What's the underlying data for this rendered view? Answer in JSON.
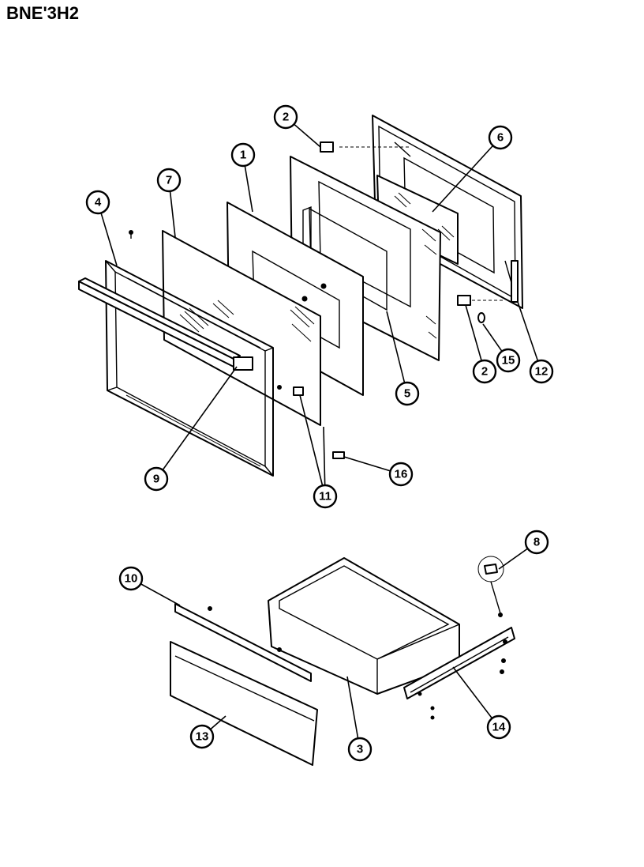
{
  "title": "BNE'3H2",
  "callouts": {
    "c1": "1",
    "c2a": "2",
    "c2b": "2",
    "c3": "3",
    "c4": "4",
    "c5": "5",
    "c6": "6",
    "c7": "7",
    "c8": "8",
    "c9": "9",
    "c10": "10",
    "c11": "11",
    "c12": "12",
    "c13": "13",
    "c14": "14",
    "c15": "15",
    "c16": "16"
  }
}
